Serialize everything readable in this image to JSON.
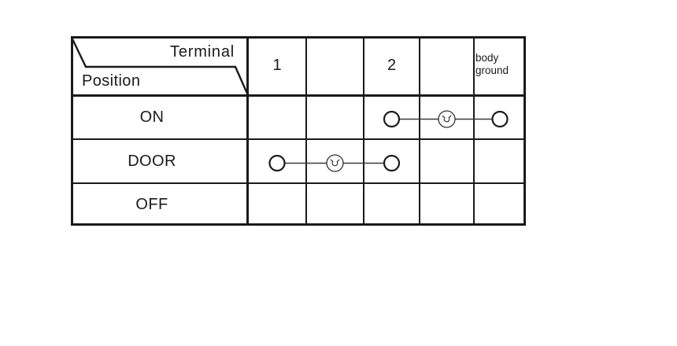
{
  "table": {
    "header": {
      "terminal_label": "Terminal",
      "position_label": "Position",
      "terminal_columns": [
        "1",
        "",
        "2",
        "",
        "body ground"
      ]
    },
    "rows": [
      {
        "position": "ON",
        "connection": {
          "from_terminal": "2",
          "to_terminal": "body ground",
          "through": "illumination lamp",
          "from_col": 3,
          "lamp_col": 4,
          "to_col": 5
        }
      },
      {
        "position": "DOOR",
        "connection": {
          "from_terminal": "1",
          "to_terminal": "2",
          "through": "illumination lamp",
          "from_col": 1,
          "lamp_col": 2,
          "to_col": 3
        }
      },
      {
        "position": "OFF",
        "connection": null
      }
    ]
  },
  "icons": {
    "contact": "contact-circle",
    "lamp": "lamp-filament-icon"
  },
  "colors": {
    "ink": "#1a1a1a",
    "wire": "#3a3a3a",
    "background": "#ffffff"
  }
}
